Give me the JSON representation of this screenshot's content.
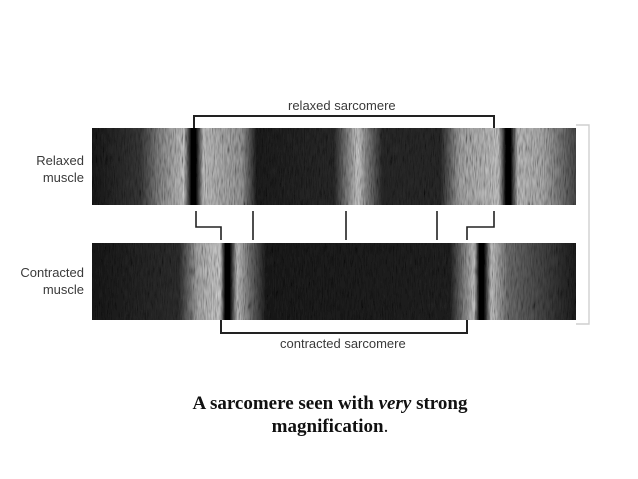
{
  "figure": {
    "relaxed_label_line1": "Relaxed",
    "relaxed_label_line2": "muscle",
    "contracted_label_line1": "Contracted",
    "contracted_label_line2": "muscle",
    "relaxed_sarcomere_label": "relaxed sarcomere",
    "contracted_sarcomere_label": "contracted sarcomere"
  },
  "caption": {
    "part1": "A sarcomere seen with ",
    "emphasis": "very",
    "part2": " strong",
    "line2": "magnification",
    "period": "."
  },
  "colors": {
    "text": "#3a3a3a",
    "bracket": "#222222",
    "strip_dark": "#0a0a0a",
    "strip_light": "#d8d8d8"
  }
}
